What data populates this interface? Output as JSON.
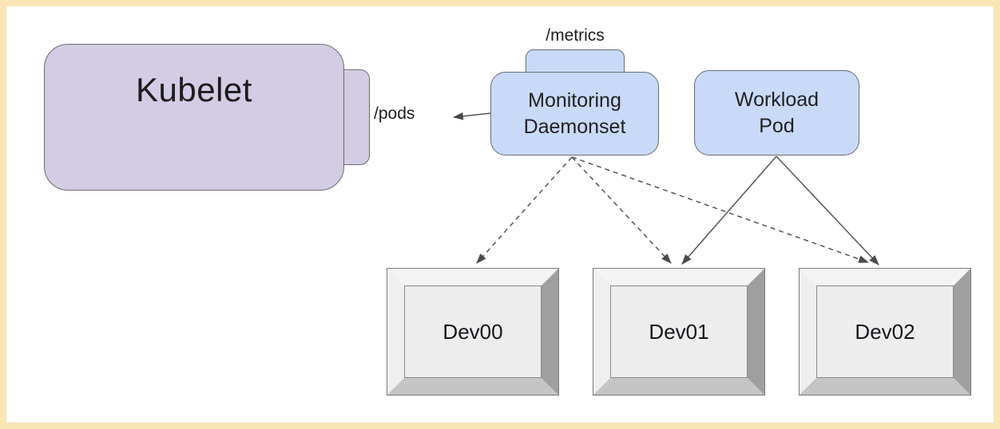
{
  "diagram": {
    "title": "Kubelet device monitoring diagram",
    "frame_color": "#fae5b4",
    "background": "#ffffff",
    "nodes": {
      "kubelet": {
        "label": "Kubelet",
        "fill": "#d3cce4",
        "shape": "rounded-rect-with-side-tab"
      },
      "monitoring_daemonset": {
        "label": "Monitoring Daemonset",
        "line1": "Monitoring",
        "line2": "Daemonset",
        "fill": "#c9daf8",
        "shape": "rounded-rect-with-top-tab"
      },
      "workload_pod": {
        "label": "Workload Pod",
        "line1": "Workload",
        "line2": "Pod",
        "fill": "#c9daf8",
        "shape": "rounded-rect"
      },
      "devices": [
        {
          "label": "Dev00",
          "shape": "bevel"
        },
        {
          "label": "Dev01",
          "shape": "bevel"
        },
        {
          "label": "Dev02",
          "shape": "bevel"
        }
      ]
    },
    "endpoint_labels": {
      "metrics": "/metrics",
      "pods": "/pods"
    },
    "edges": [
      {
        "from": "monitoring_daemonset",
        "to": "kubelet./pods",
        "style": "solid",
        "arrow": "left"
      },
      {
        "from": "monitoring_daemonset",
        "to": "Dev00",
        "style": "dashed",
        "arrow": "end"
      },
      {
        "from": "monitoring_daemonset",
        "to": "Dev01",
        "style": "dashed",
        "arrow": "end"
      },
      {
        "from": "monitoring_daemonset",
        "to": "Dev02",
        "style": "dashed",
        "arrow": "end"
      },
      {
        "from": "workload_pod",
        "to": "Dev01",
        "style": "solid",
        "arrow": "end"
      },
      {
        "from": "workload_pod",
        "to": "Dev02",
        "style": "solid",
        "arrow": "end"
      }
    ],
    "edge_color": "#555555",
    "arrowhead_color": "#4a4a4a"
  }
}
